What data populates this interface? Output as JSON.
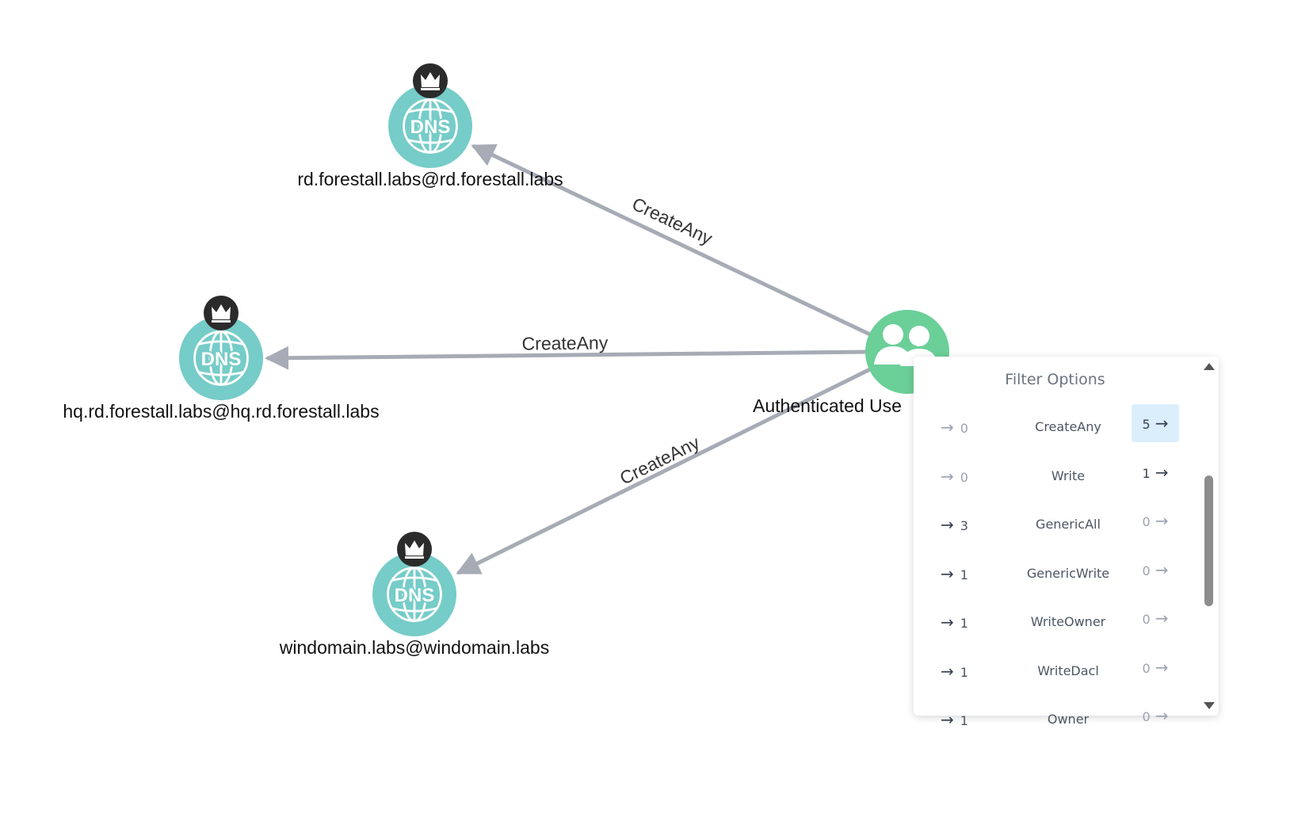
{
  "graph": {
    "nodes": [
      {
        "id": "rd",
        "label": "rd.forestall.labs@rd.forestall.labs",
        "icon": "dns-globe-icon",
        "badge": "crown-icon",
        "icon_text": "DNS"
      },
      {
        "id": "hq",
        "label": "hq.rd.forestall.labs@hq.rd.forestall.labs",
        "icon": "dns-globe-icon",
        "badge": "crown-icon",
        "icon_text": "DNS"
      },
      {
        "id": "win",
        "label": "windomain.labs@windomain.labs",
        "icon": "dns-globe-icon",
        "badge": "crown-icon",
        "icon_text": "DNS"
      },
      {
        "id": "auth",
        "label": "Authenticated Use",
        "icon": "users-group-icon"
      }
    ],
    "edges": [
      {
        "from": "auth",
        "to": "rd",
        "label": "CreateAny"
      },
      {
        "from": "auth",
        "to": "hq",
        "label": "CreateAny"
      },
      {
        "from": "auth",
        "to": "win",
        "label": "CreateAny"
      }
    ],
    "colors": {
      "dns": "#76ccc8",
      "group": "#6bcf98",
      "edge": "#a7abb6",
      "badge": "#2b2b2b"
    }
  },
  "filter": {
    "title": "Filter Options",
    "rows": [
      {
        "name": "CreateAny",
        "in": "0",
        "out": "5",
        "active": true
      },
      {
        "name": "Write",
        "in": "0",
        "out": "1"
      },
      {
        "name": "GenericAll",
        "in": "3",
        "out": "0"
      },
      {
        "name": "GenericWrite",
        "in": "1",
        "out": "0"
      },
      {
        "name": "WriteOwner",
        "in": "1",
        "out": "0"
      },
      {
        "name": "WriteDacl",
        "in": "1",
        "out": "0"
      },
      {
        "name": "Owner",
        "in": "1",
        "out": "0"
      }
    ]
  }
}
